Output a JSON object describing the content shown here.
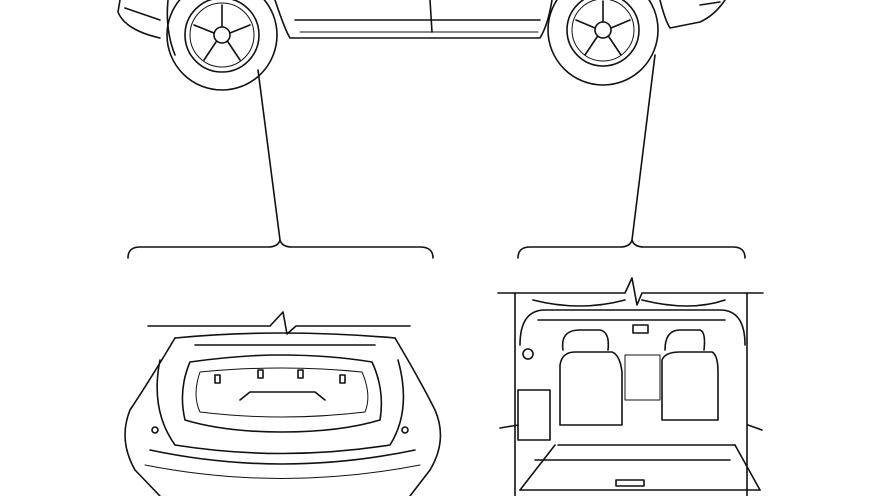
{
  "drawing": {
    "line_color": "#111111",
    "background": "#ffffff",
    "views": [
      "vehicle-side-view",
      "front-trunk-detail",
      "rear-cargo-detail"
    ]
  }
}
